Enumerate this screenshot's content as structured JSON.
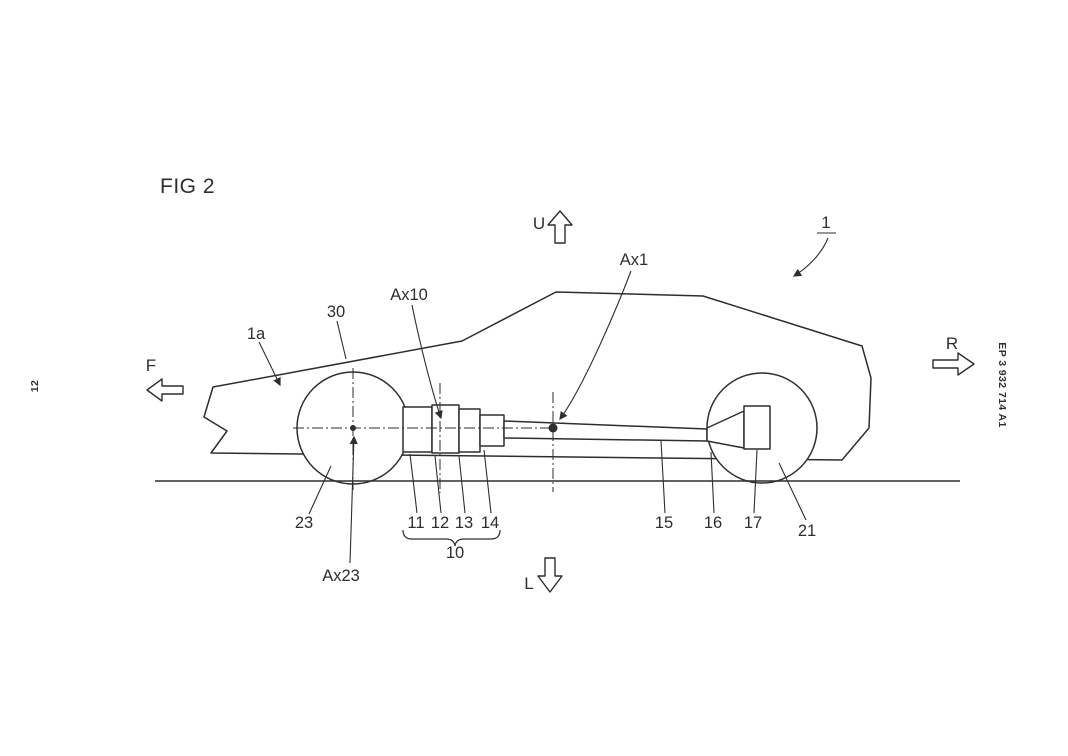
{
  "document": {
    "figure_title": "FIG 2",
    "left_margin_number": "12",
    "right_margin_number": "EP 3 932 714 A1"
  },
  "direction_labels": {
    "up": "U",
    "down": "L",
    "front": "F",
    "rear": "R"
  },
  "refs": {
    "car": "1",
    "hood": "1a",
    "body_top": "30",
    "motor_axis": "Ax10",
    "shaft_axis": "Ax1",
    "front_wheel_axis": "Ax23",
    "front_wheel": "23",
    "part_11": "11",
    "part_12": "12",
    "part_13": "13",
    "part_14": "14",
    "drive_unit": "10",
    "propeller_shaft": "15",
    "differential": "16",
    "rear_unit": "17",
    "rear_wheel": "21"
  },
  "colors": {
    "line": "#2e2e2e",
    "background": "#ffffff"
  }
}
